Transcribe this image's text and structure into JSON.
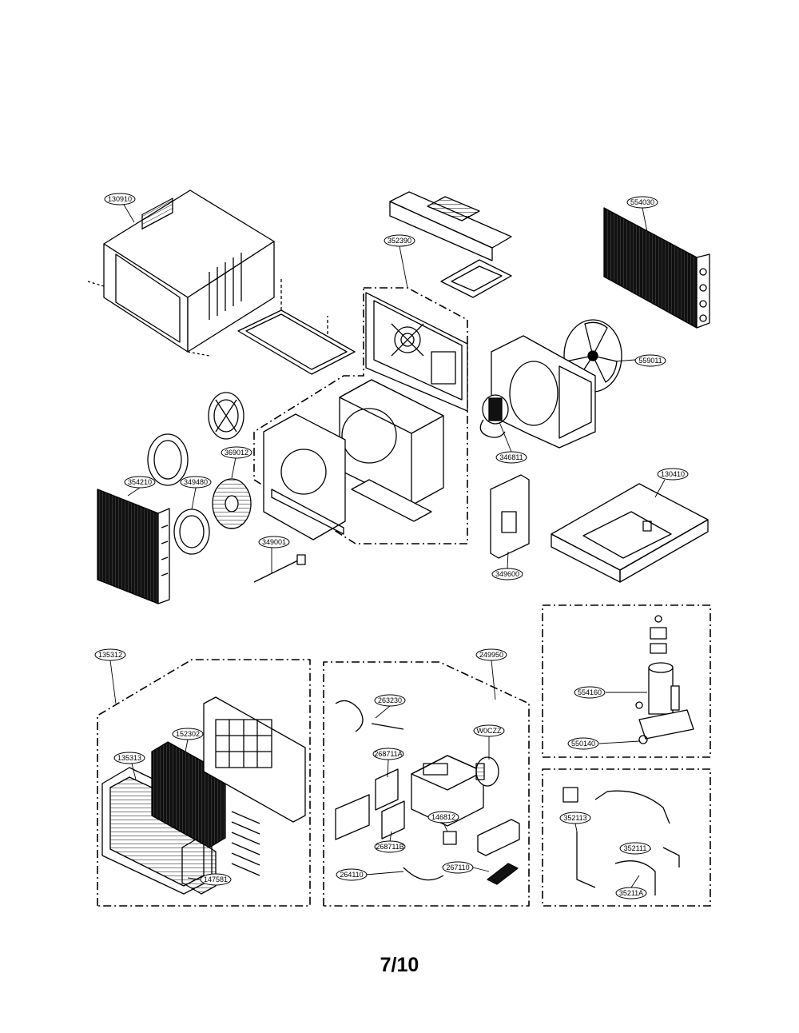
{
  "labels": {
    "l130910": "130910",
    "l352390": "352390",
    "l554030": "554030",
    "l559011": "559011",
    "l346811": "346811",
    "l369012": "369012",
    "l354210": "354210",
    "l349480": "349480",
    "l349001": "349001",
    "l349600": "349600",
    "l130410": "130410",
    "l135312": "135312",
    "l152302": "152302",
    "l135313": "135313",
    "l147581": "147581",
    "l249950": "249950",
    "l263230": "263230",
    "lW0CZZ": "W0CZZ",
    "l268711A": "268711A",
    "l146812": "146812",
    "l268711B": "268711B",
    "l264110": "264110",
    "l267110": "267110",
    "l554160": "554160",
    "l550140": "550140",
    "l352113": "352113",
    "l352111": "352111",
    "l35211A": "35211A"
  },
  "page_number": "7/10"
}
